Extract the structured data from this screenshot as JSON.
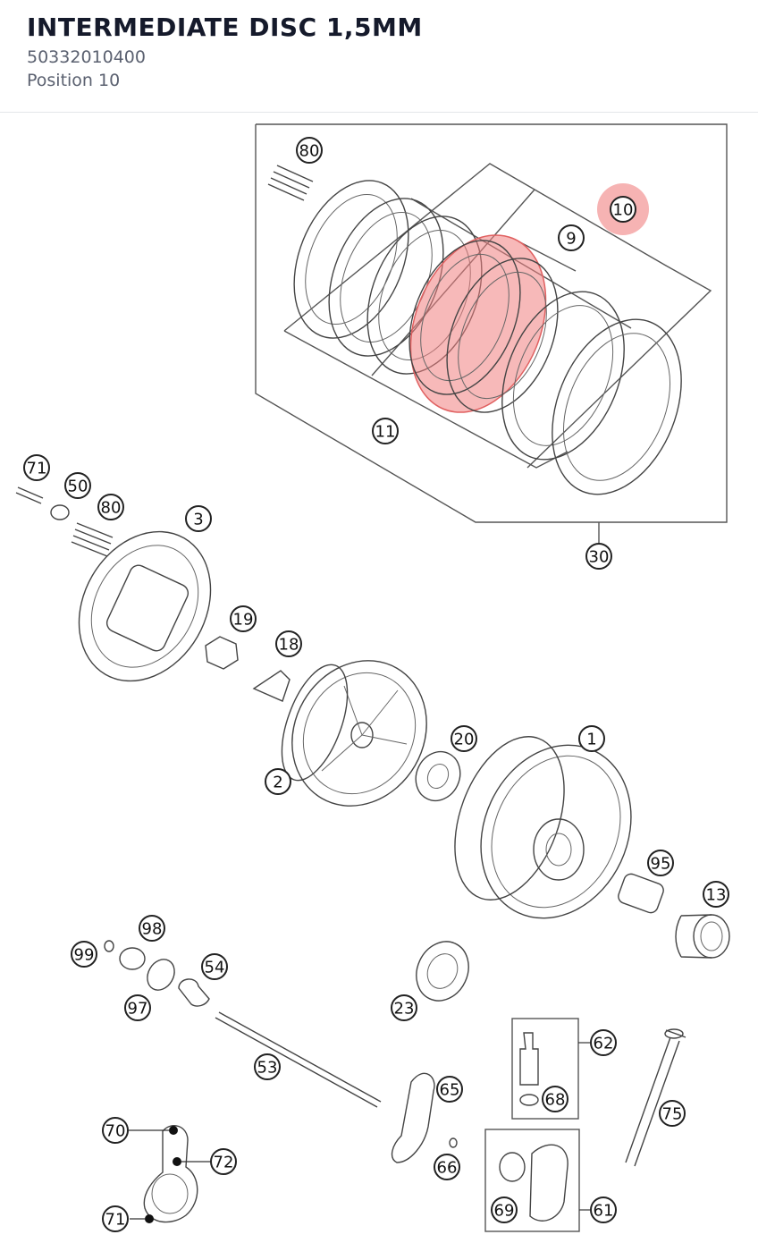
{
  "header": {
    "title": "INTERMEDIATE DISC 1,5MM",
    "part_number": "50332010400",
    "position": "Position 10"
  },
  "diagram": {
    "highlight_color": "#f08080",
    "highlighted_label": "10",
    "labels": [
      "80",
      "10",
      "9",
      "11",
      "30",
      "71",
      "50",
      "80",
      "3",
      "19",
      "18",
      "2",
      "20",
      "1",
      "95",
      "13",
      "98",
      "99",
      "54",
      "97",
      "23",
      "53",
      "62",
      "68",
      "75",
      "65",
      "66",
      "70",
      "72",
      "71",
      "69",
      "61"
    ]
  }
}
